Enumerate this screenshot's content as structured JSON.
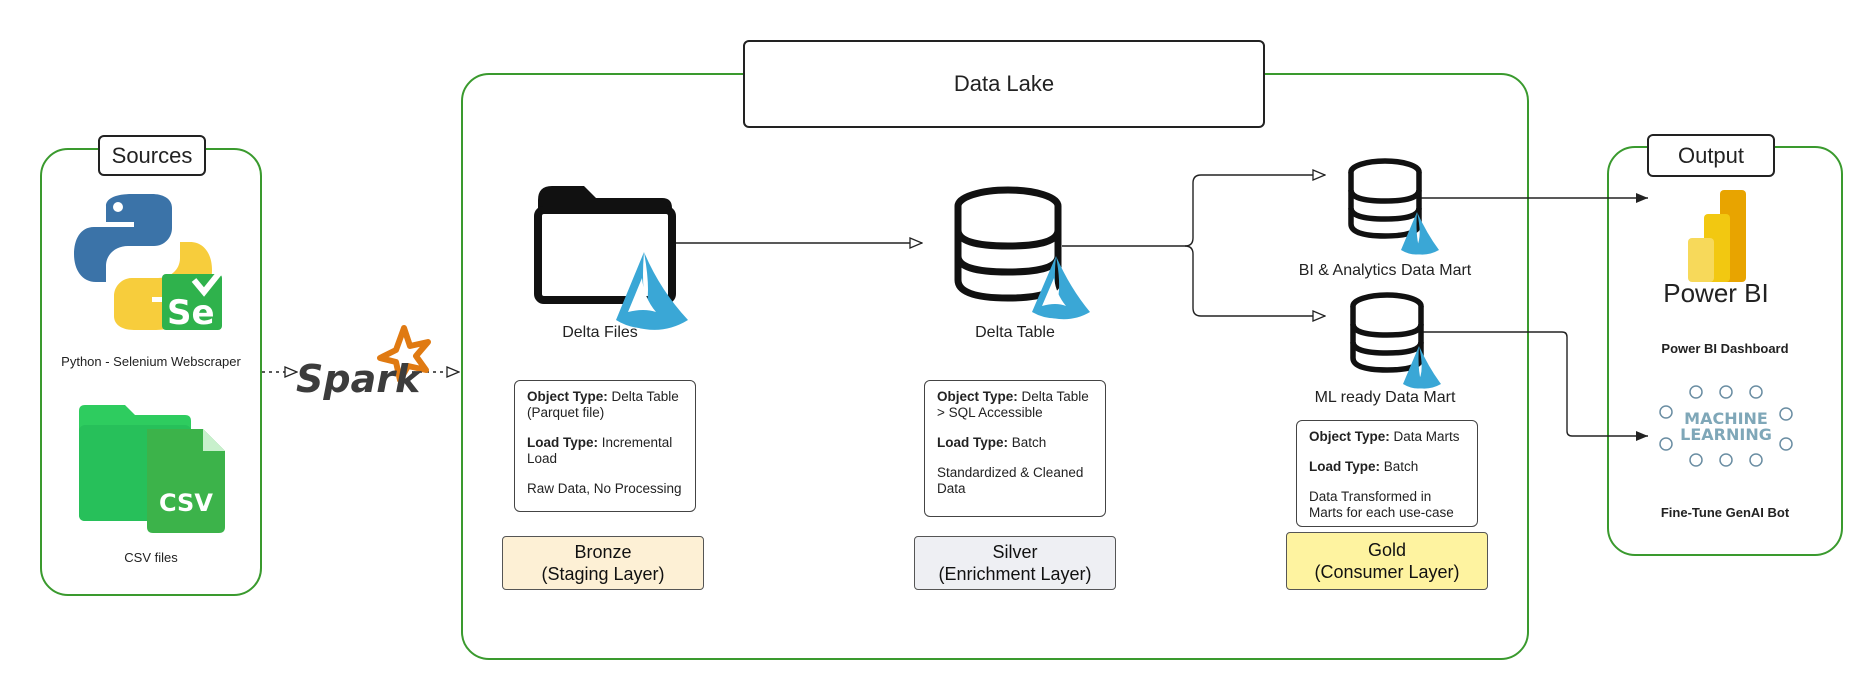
{
  "sources": {
    "title": "Sources",
    "python_label": "Python - Selenium Webscraper",
    "csv_label": "CSV files",
    "csv_icon_text": "CSV",
    "selenium_icon_text": "Se"
  },
  "spark": {
    "logo_text": "Spark"
  },
  "data_lake": {
    "title": "Data Lake"
  },
  "bronze": {
    "node_label": "Delta Files",
    "info": {
      "object_type_key": "Object Type:",
      "object_type_val": " Delta Table (Parquet file)",
      "load_type_key": "Load Type:",
      "load_type_val": " Incremental Load",
      "note": "Raw Data, No Processing"
    },
    "layer_name": "Bronze",
    "layer_sub": "(Staging Layer)",
    "color": "#fdf0d5"
  },
  "silver": {
    "node_label": "Delta Table",
    "info": {
      "object_type_key": "Object Type:",
      "object_type_val": " Delta Table > SQL Accessible",
      "load_type_key": "Load Type:",
      "load_type_val": " Batch",
      "note": "Standardized & Cleaned Data"
    },
    "layer_name": "Silver",
    "layer_sub": "(Enrichment Layer)",
    "color": "#eeeff3"
  },
  "gold": {
    "bi_label": "BI & Analytics Data Mart",
    "ml_label": "ML ready Data Mart",
    "info": {
      "object_type_key": "Object Type:",
      "object_type_val": " Data Marts",
      "load_type_key": "Load Type:",
      "load_type_val": " Batch",
      "note": "Data Transformed in Marts for each use-case"
    },
    "layer_name": "Gold",
    "layer_sub": "(Consumer Layer)",
    "color": "#fef3a0"
  },
  "output": {
    "title": "Output",
    "powerbi_logo": "Power BI",
    "powerbi_label": "Power BI Dashboard",
    "ml_logo_line1": "MACHINE",
    "ml_logo_line2": "LEARNING",
    "genai_label": "Fine-Tune GenAI Bot"
  },
  "colors": {
    "panel_border": "#3a9a2e",
    "delta_blue": "#3aa7d6",
    "powerbi_yellow": "#f2c811",
    "csv_green": "#2fb24c"
  }
}
